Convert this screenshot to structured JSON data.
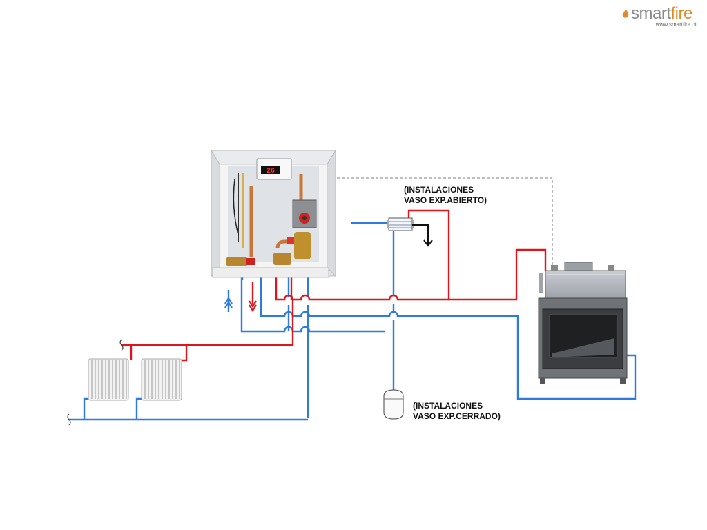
{
  "logo": {
    "brand_main": "smart",
    "brand_accent": "fire",
    "url": "www.smartfire.pt"
  },
  "labels": {
    "open_vessel_line1": "(INSTALACIONES",
    "open_vessel_line2": "VASO EXP.ABIERTO)",
    "closed_vessel_line1": "(INSTALACIONES",
    "closed_vessel_line2": "VASO EXP.CERRADO)",
    "display_value": "26"
  },
  "colors": {
    "hot": "#e0151c",
    "cold": "#2e7be0",
    "drain": "#111111",
    "link": "#999999",
    "accent": "#e08a2a"
  }
}
